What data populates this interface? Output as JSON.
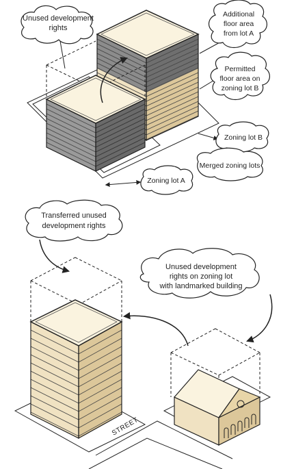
{
  "colors": {
    "gray_light": "#9a9a9a",
    "gray_mid": "#7d7d7d",
    "gray_dark": "#555555",
    "tan_light": "#f0e2c2",
    "tan_mid": "#dcc79a",
    "roof": "#faf3df",
    "outline": "#222222"
  },
  "top_diagram": {
    "unused_rights_label": [
      "Unused development",
      "rights"
    ],
    "additional_floor_label": [
      "Additional",
      "floor area",
      "from lot A"
    ],
    "permitted_floor_label": [
      "Permitted",
      "floor area on",
      "zoning lot B"
    ],
    "zoning_lot_b": "Zoning lot B",
    "merged_lots": "Merged zoning lots",
    "zoning_lot_a": "Zoning lot A"
  },
  "bottom_diagram": {
    "transferred_label": [
      "Transferred unused",
      "development rights"
    ],
    "landmark_label": [
      "Unused development",
      "rights on zoning lot",
      "with landmarked building"
    ],
    "street": "STREET"
  }
}
